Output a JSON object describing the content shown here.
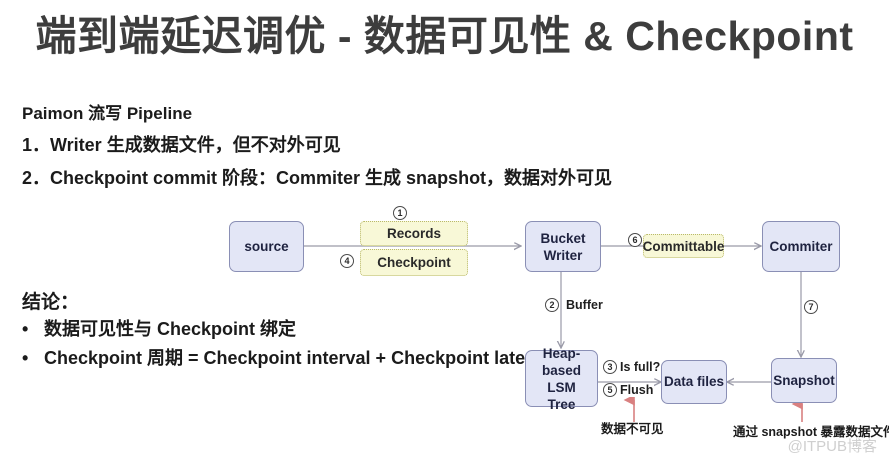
{
  "slide": {
    "title": "端到端延迟调优 - 数据可见性 & Checkpoint",
    "watermark": "@ITPUB博客"
  },
  "content": {
    "lead": "Paimon 流写 Pipeline",
    "steps": [
      "1．Writer 生成数据文件，但不对外可见",
      "2．Checkpoint commit 阶段：Commiter 生成 snapshot，数据对外可见"
    ],
    "conclusion_heading": "结论：",
    "conclusion_bullets": [
      "数据可见性与 Checkpoint 绑定",
      "Checkpoint 周期 = Checkpoint interval + Checkpoint latency"
    ],
    "bullet_glyph": "•"
  },
  "diagram": {
    "nodes": [
      {
        "id": "source",
        "label": "source",
        "kind": "box"
      },
      {
        "id": "records",
        "label": "Records",
        "kind": "tag"
      },
      {
        "id": "checkpoint",
        "label": "Checkpoint",
        "kind": "tag"
      },
      {
        "id": "bucket",
        "label": "Bucket\nWriter",
        "kind": "box"
      },
      {
        "id": "committable",
        "label": "Committable",
        "kind": "tag"
      },
      {
        "id": "commiter",
        "label": "Commiter",
        "kind": "box"
      },
      {
        "id": "lsm",
        "label": "Heap-\nbased LSM\nTree",
        "kind": "box"
      },
      {
        "id": "datafiles",
        "label": "Data files",
        "kind": "box"
      },
      {
        "id": "snapshot",
        "label": "Snapshot",
        "kind": "box"
      }
    ],
    "steps": [
      {
        "n": "1",
        "glyph": "①"
      },
      {
        "n": "2",
        "glyph": "②"
      },
      {
        "n": "3",
        "glyph": "③"
      },
      {
        "n": "4",
        "glyph": "④"
      },
      {
        "n": "5",
        "glyph": "⑤"
      },
      {
        "n": "6",
        "glyph": "⑥"
      },
      {
        "n": "7",
        "glyph": "⑦"
      }
    ],
    "edge_labels": {
      "buffer": "Buffer",
      "is_full": "Is full?",
      "flush": "Flush"
    },
    "annotations": {
      "invisible": "数据不可见",
      "expose": "通过 snapshot 暴露数据文件"
    },
    "colors": {
      "node_fill": "#e3e6f6",
      "node_border": "#8a8fb5",
      "tag_fill": "#f8f8d7",
      "tag_border": "#b9b96a",
      "arrow": "#9a9aa8",
      "red_arrow": "#d98080",
      "title_text": "#3d3d3d"
    }
  }
}
